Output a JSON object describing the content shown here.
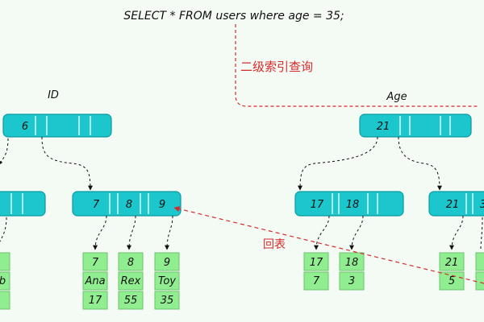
{
  "query": "SELECT * FROM users where age = 35;",
  "labels": {
    "secondary_lookup": "二级索引查询",
    "lookup_back": "回表",
    "primary_index": "ID",
    "secondary_index": "Age"
  },
  "primary_tree": {
    "root": "6",
    "left_node": "",
    "right_node": [
      "7",
      "8",
      "9"
    ],
    "left_leaf_values": [
      "",
      "b",
      ""
    ],
    "leaves": [
      {
        "id": "7",
        "name": "Ana",
        "age": "17"
      },
      {
        "id": "8",
        "name": "Rex",
        "age": "55"
      },
      {
        "id": "9",
        "name": "Toy",
        "age": "35"
      }
    ]
  },
  "secondary_tree": {
    "root": "21",
    "left_node": [
      "17",
      "18"
    ],
    "right_node": [
      "21",
      "3"
    ],
    "leaves": [
      {
        "age": "17",
        "id": "7"
      },
      {
        "age": "18",
        "id": "3"
      },
      {
        "age": "21",
        "id": "5"
      }
    ]
  },
  "colors": {
    "node_fill": "#1bc6cc",
    "node_stroke": "#0c9aa0",
    "leaf_fill": "#90ee90",
    "leaf_stroke": "#6cc46c",
    "accent_red": "#d62b2b",
    "background": "#f4faf4"
  }
}
